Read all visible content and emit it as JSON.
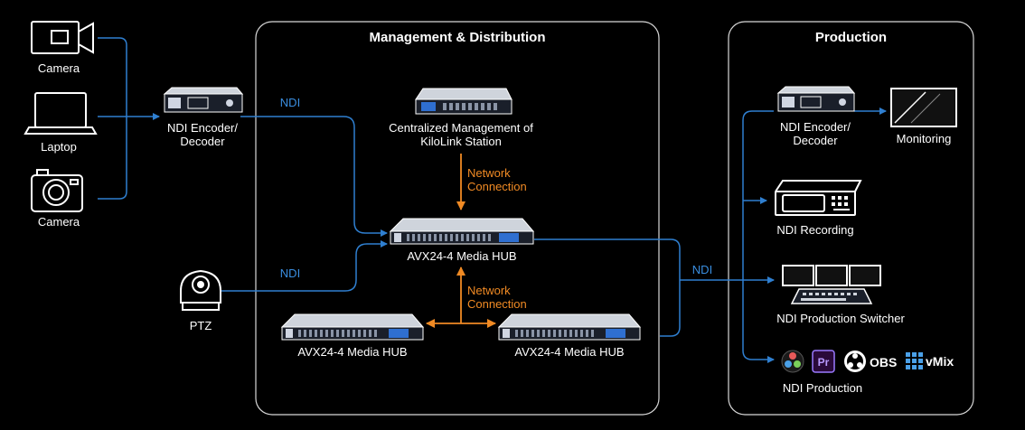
{
  "panels": {
    "management_title": "Management & Distribution",
    "production_title": "Production"
  },
  "sources": {
    "camera_top": "Camera",
    "laptop": "Laptop",
    "camera_bottom": "Camera",
    "ptz": "PTZ"
  },
  "devices": {
    "encoder_left": "NDI Encoder/ Decoder",
    "central_mgmt": "Centralized Management of KiloLink Station",
    "hub_main": "AVX24-4 Media HUB",
    "hub_left": "AVX24-4 Media HUB",
    "hub_right": "AVX24-4 Media HUB",
    "encoder_right": "NDI Encoder/ Decoder",
    "monitoring": "Monitoring",
    "recording": "NDI Recording",
    "switcher": "NDI Production Switcher",
    "production": "NDI Production"
  },
  "links": {
    "ndi_top": "NDI",
    "ndi_ptz": "NDI",
    "ndi_right": "NDI",
    "network_top": "Network Connection",
    "network_bottom": "Network Connection"
  },
  "software": {
    "premiere": "Pr",
    "obs": "OBS",
    "vmix": "vMix"
  },
  "colors": {
    "ndi_line": "#2f7fd0",
    "network_line": "#f08a24",
    "panel_border": "#d8d8d8",
    "background": "#000000"
  }
}
